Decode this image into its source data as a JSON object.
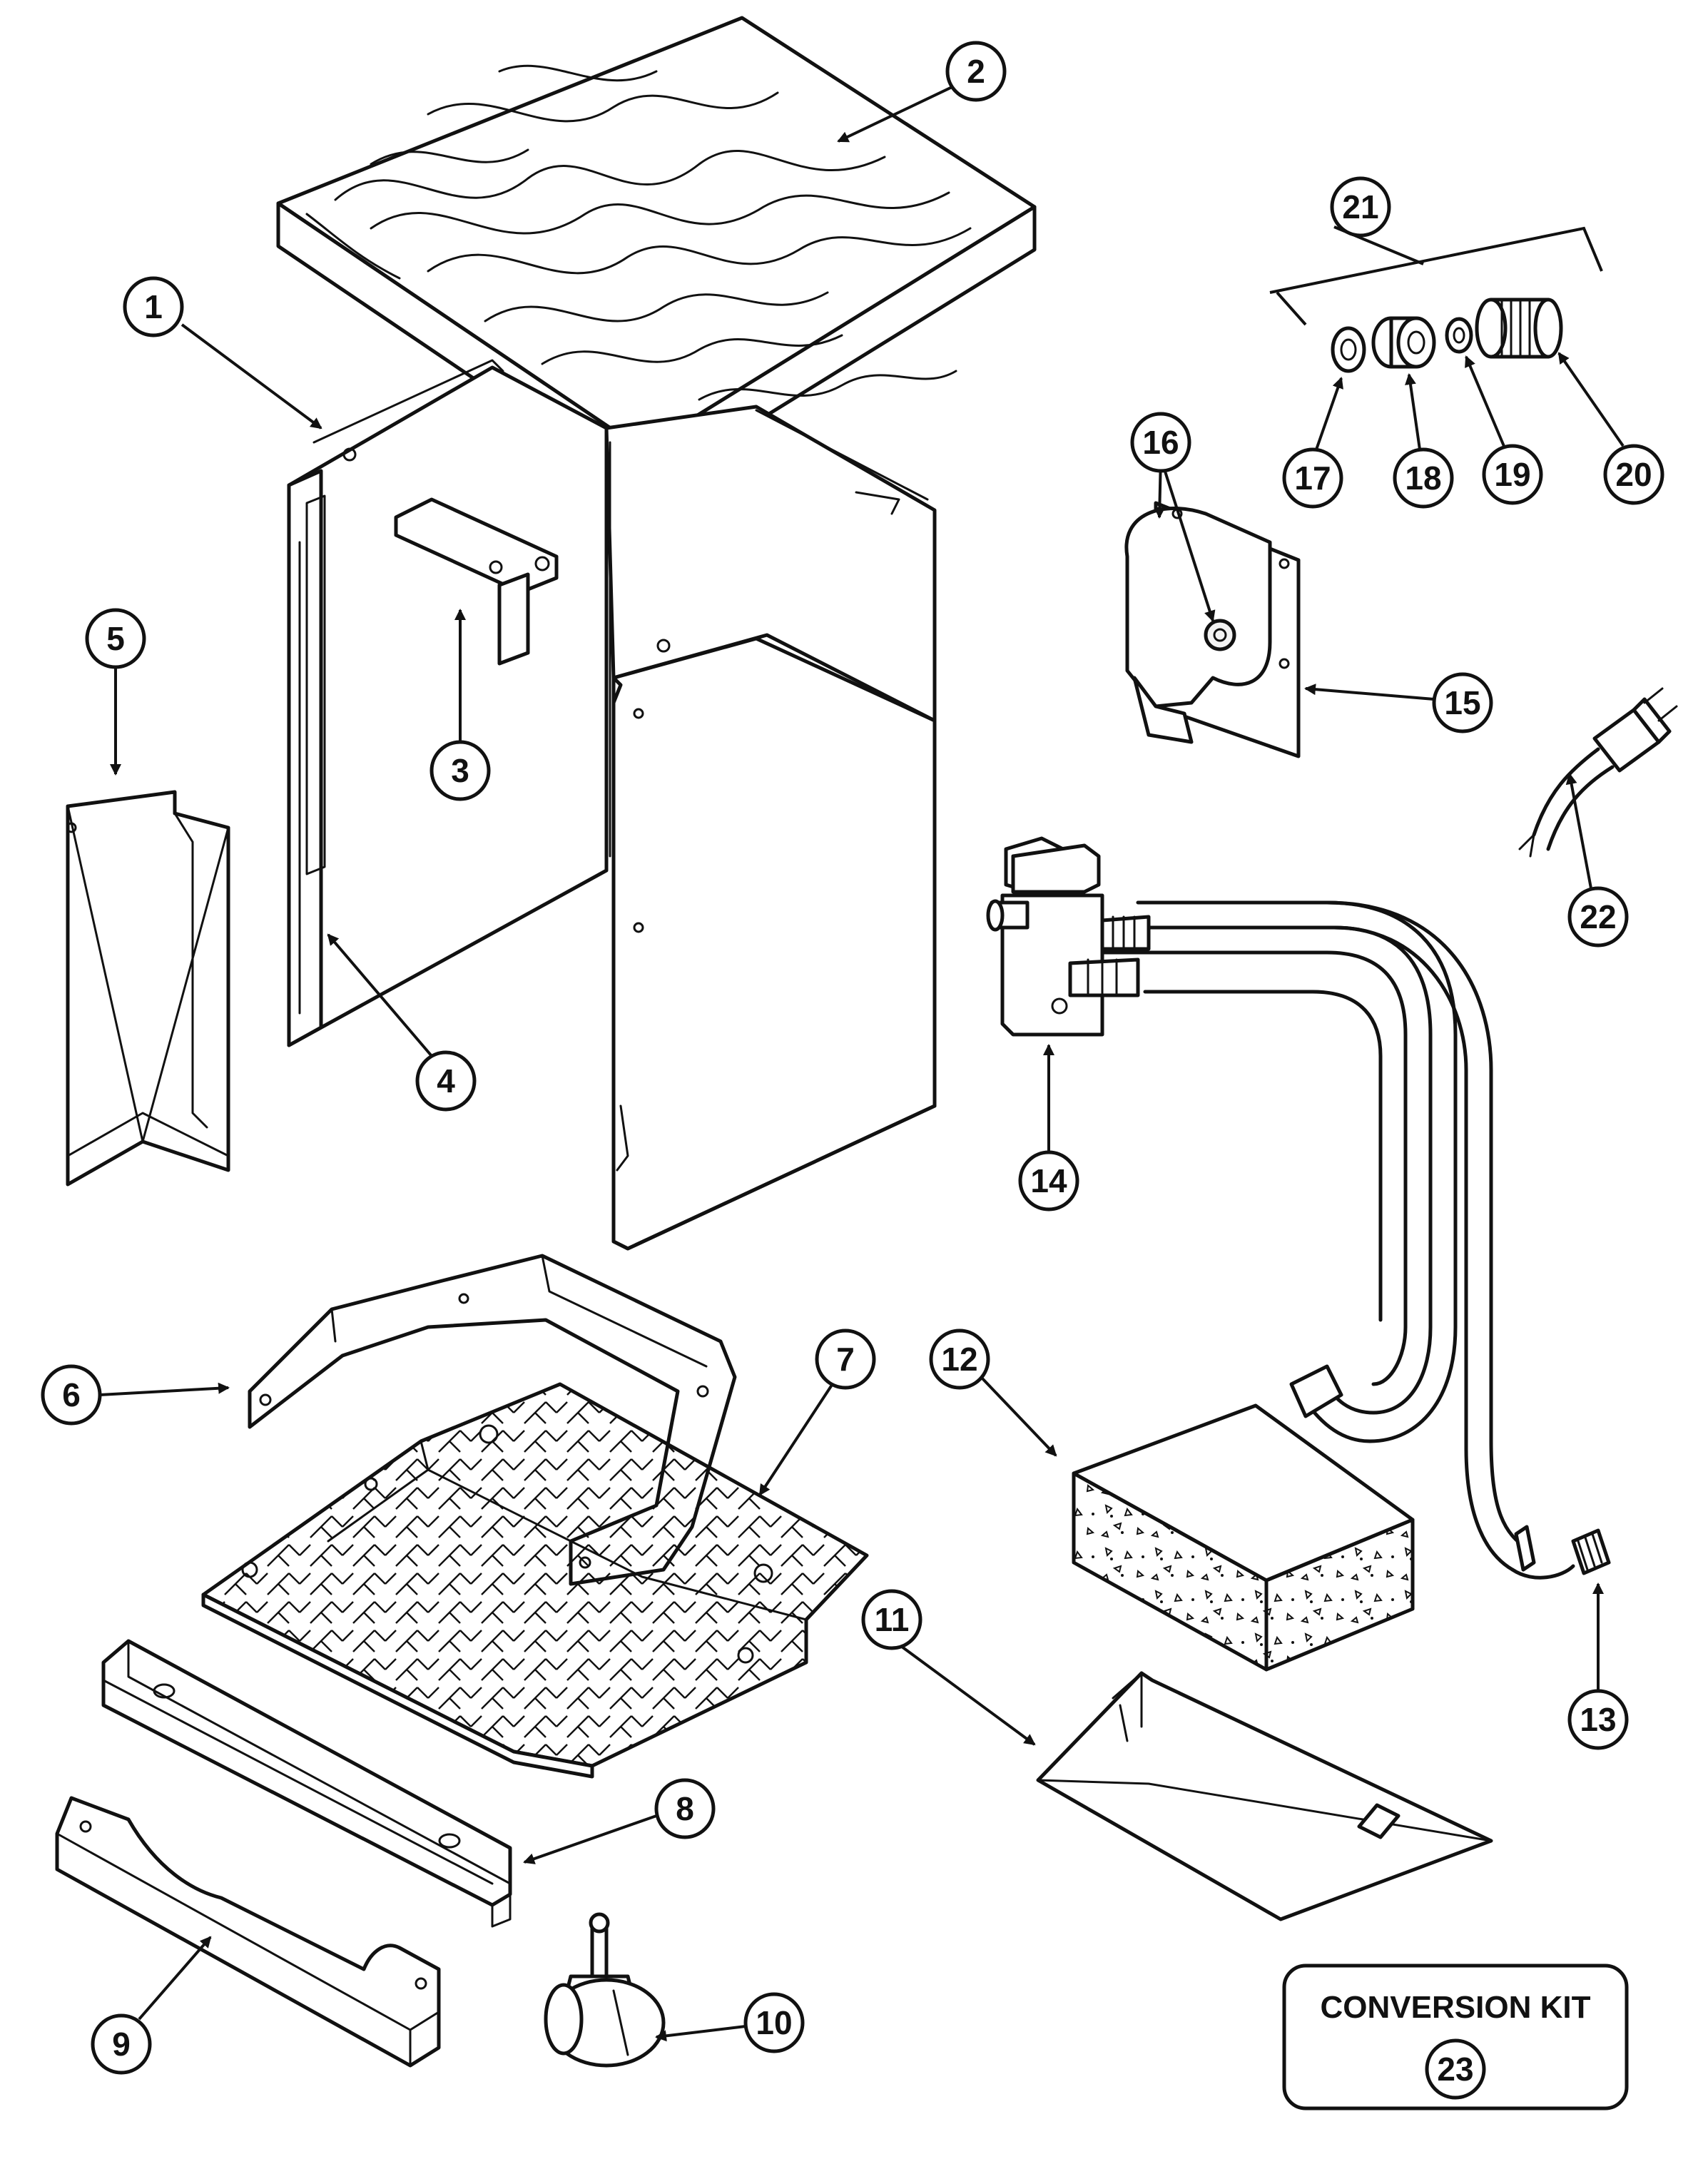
{
  "diagram": {
    "callouts": [
      "1",
      "2",
      "3",
      "4",
      "5",
      "6",
      "7",
      "8",
      "9",
      "10",
      "11",
      "12",
      "13",
      "14",
      "15",
      "16",
      "17",
      "18",
      "19",
      "20",
      "21",
      "22"
    ],
    "kit": {
      "label": "CONVERSION KIT",
      "number": "23"
    },
    "colors": {
      "ink": "#111111",
      "paper": "#ffffff"
    }
  }
}
